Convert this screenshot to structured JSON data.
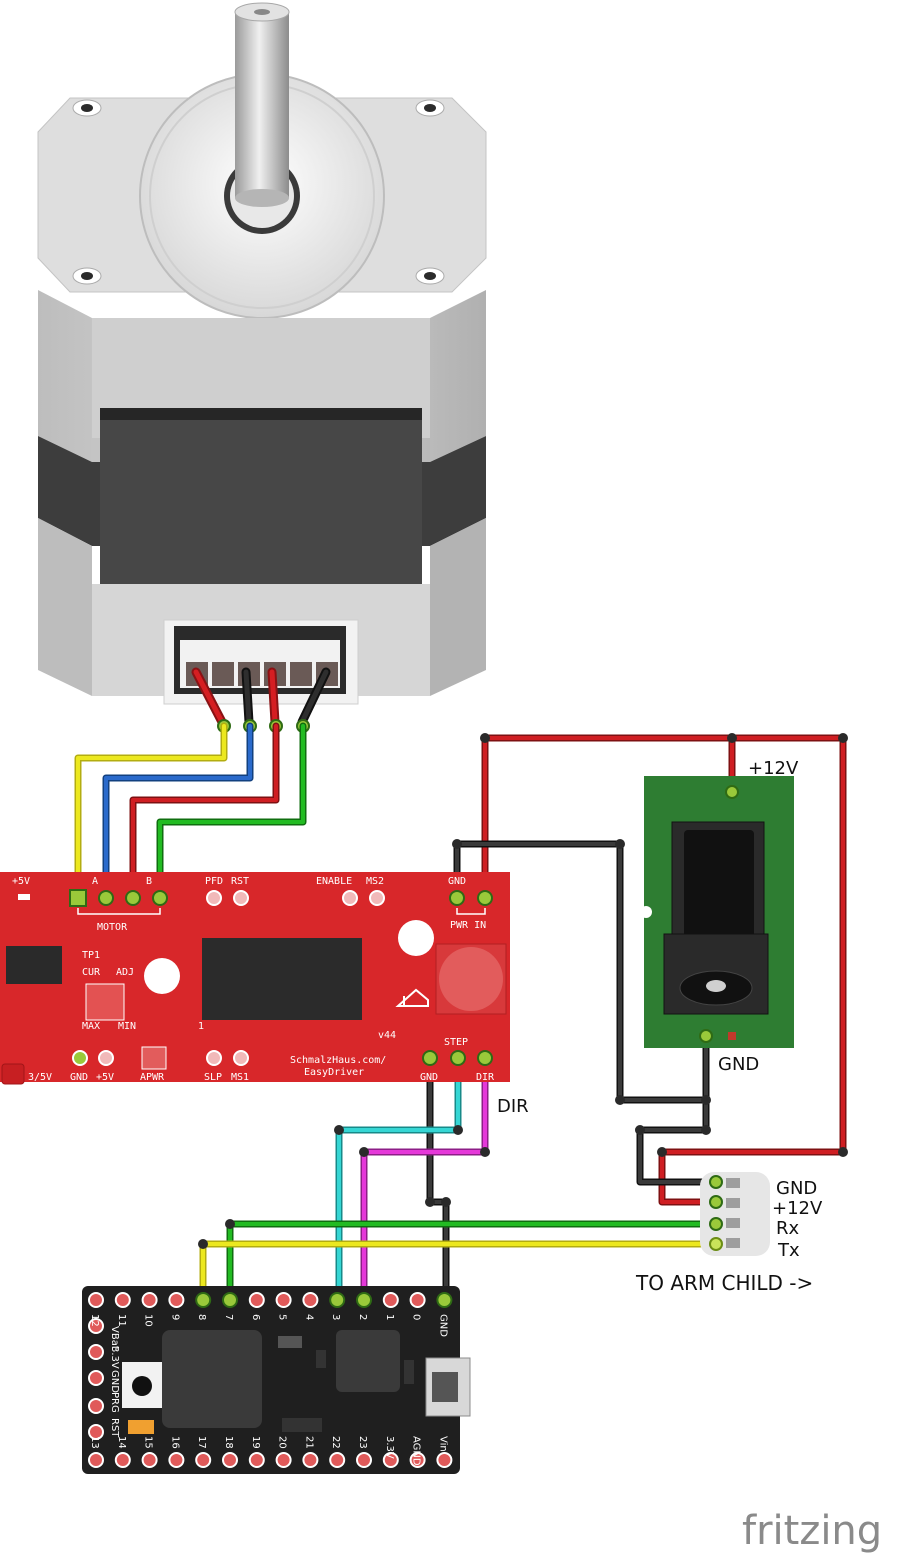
{
  "labels": {
    "jack_plus12v": "+12V",
    "jack_gnd": "GND",
    "dir": "DIR",
    "arm_gnd": "GND",
    "arm_12v": "+12V",
    "arm_rx": "Rx",
    "arm_tx": "Tx",
    "to_arm_child": "TO ARM CHILD ->",
    "watermark": "fritzing"
  },
  "easydriver": {
    "plus5v": "+5V",
    "a": "A",
    "b": "B",
    "motor": "MOTOR",
    "pfd": "PFD",
    "rst": "RST",
    "enable": "ENABLE",
    "ms2": "MS2",
    "gnd_top": "GND",
    "pwr_in": "PWR IN",
    "tp1": "TP1",
    "cur": "CUR",
    "adj": "ADJ",
    "max": "MAX",
    "min": "MIN",
    "one": "1",
    "v44": "v44",
    "step": "STEP",
    "gnd_bottom": "GND",
    "dir_pin": "DIR",
    "url1": "SchmalzHaus.com/",
    "url2": "EasyDriver",
    "sel_3_5v": "3/5V",
    "gnd": "GND",
    "plus5v_b": "+5V",
    "apwr": "APWR",
    "slp": "SLP",
    "ms1": "MS1"
  },
  "teensy": {
    "top_pins": [
      "12",
      "11",
      "10",
      "9",
      "8",
      "7",
      "6",
      "5",
      "4",
      "3",
      "2",
      "1",
      "0",
      "GND"
    ],
    "left_side": [
      "VBat",
      "3.3V",
      "GND",
      "PRG",
      "RST"
    ],
    "bottom_pins": [
      "13",
      "14",
      "15",
      "16",
      "17",
      "18",
      "19",
      "20",
      "21",
      "22",
      "23",
      "3.3V",
      "AGND",
      "Vin"
    ]
  },
  "colors": {
    "wire_red": "#c8191d",
    "wire_black": "#2b2b2b",
    "wire_yellow": "#e9e51c",
    "wire_blue": "#2161c2",
    "wire_green": "#1fb51f",
    "wire_cyan": "#2fd0cf",
    "wire_magenta": "#e134d6",
    "easydriver_pcb": "#d8272a",
    "jack_pcb": "#2e7d32",
    "teensy_pcb": "#1f1f1f"
  }
}
